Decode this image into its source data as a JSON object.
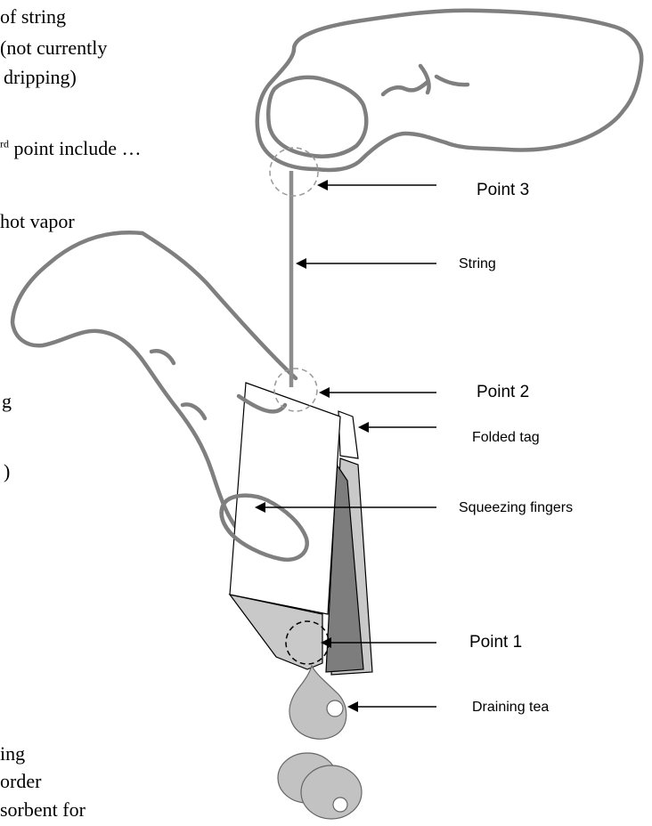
{
  "left_text": {
    "line1": "of string",
    "line2": "(not currently",
    "line3": "dripping)",
    "line4_sup": "rd",
    "line4_text": " point include …",
    "line5": "hot vapor",
    "frag_g": "g",
    "frag_paren": ")",
    "bottom1": "ing",
    "bottom2": "order",
    "bottom3": "sorbent for"
  },
  "labels": {
    "point3": "Point 3",
    "string": "String",
    "point2": "Point 2",
    "folded_tag": "Folded tag",
    "squeezing_fingers": "Squeezing fingers",
    "point1": "Point 1",
    "draining_tea": "Draining tea"
  },
  "colors": {
    "outline": "#7f7f7f",
    "string": "#8c8c8c",
    "bag_light": "#c9c9c9",
    "bag_dark": "#7d7d7d",
    "drop": "#c2c2c2"
  }
}
